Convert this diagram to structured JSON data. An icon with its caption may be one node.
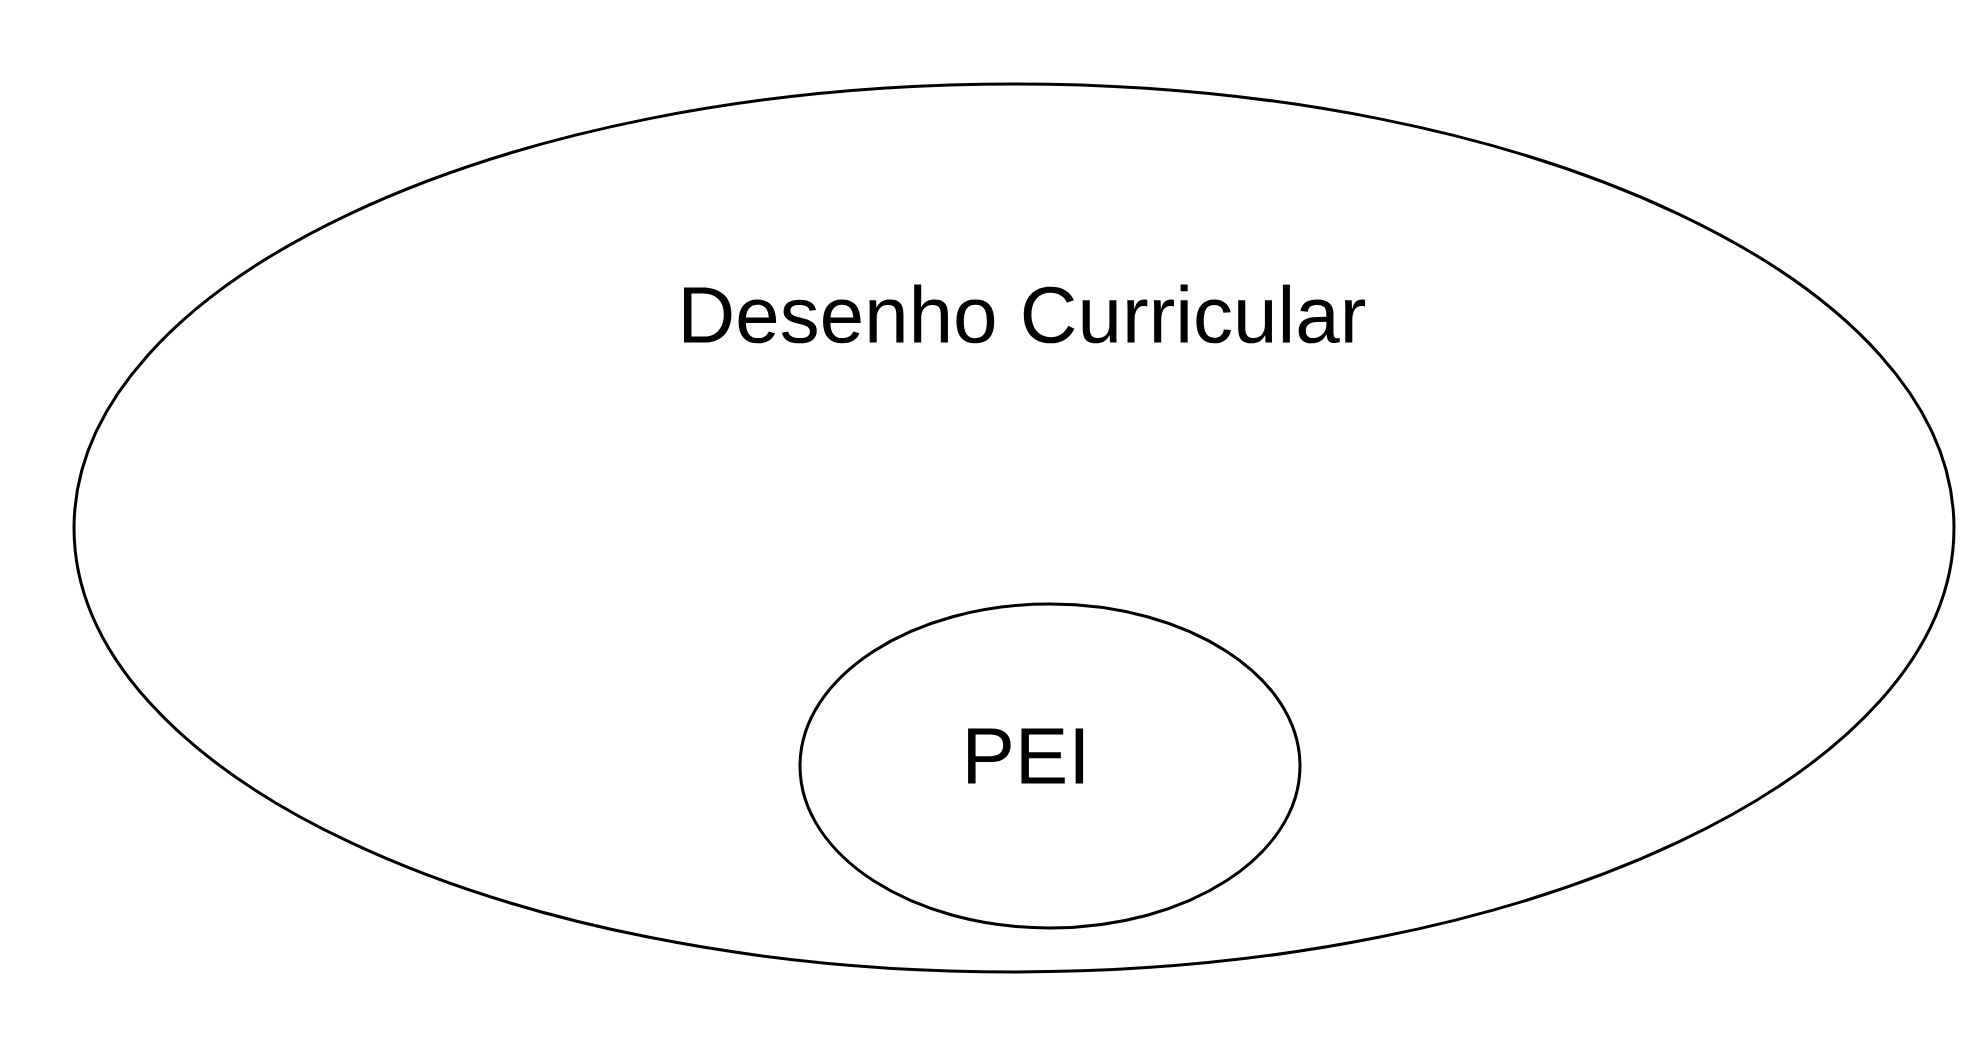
{
  "diagram": {
    "nodes": [
      {
        "text": [
          "Desenho Curricular"
        ]
      },
      {
        "text": [
          "PEI"
        ],
        "in": 0
      }
    ]
  }
}
